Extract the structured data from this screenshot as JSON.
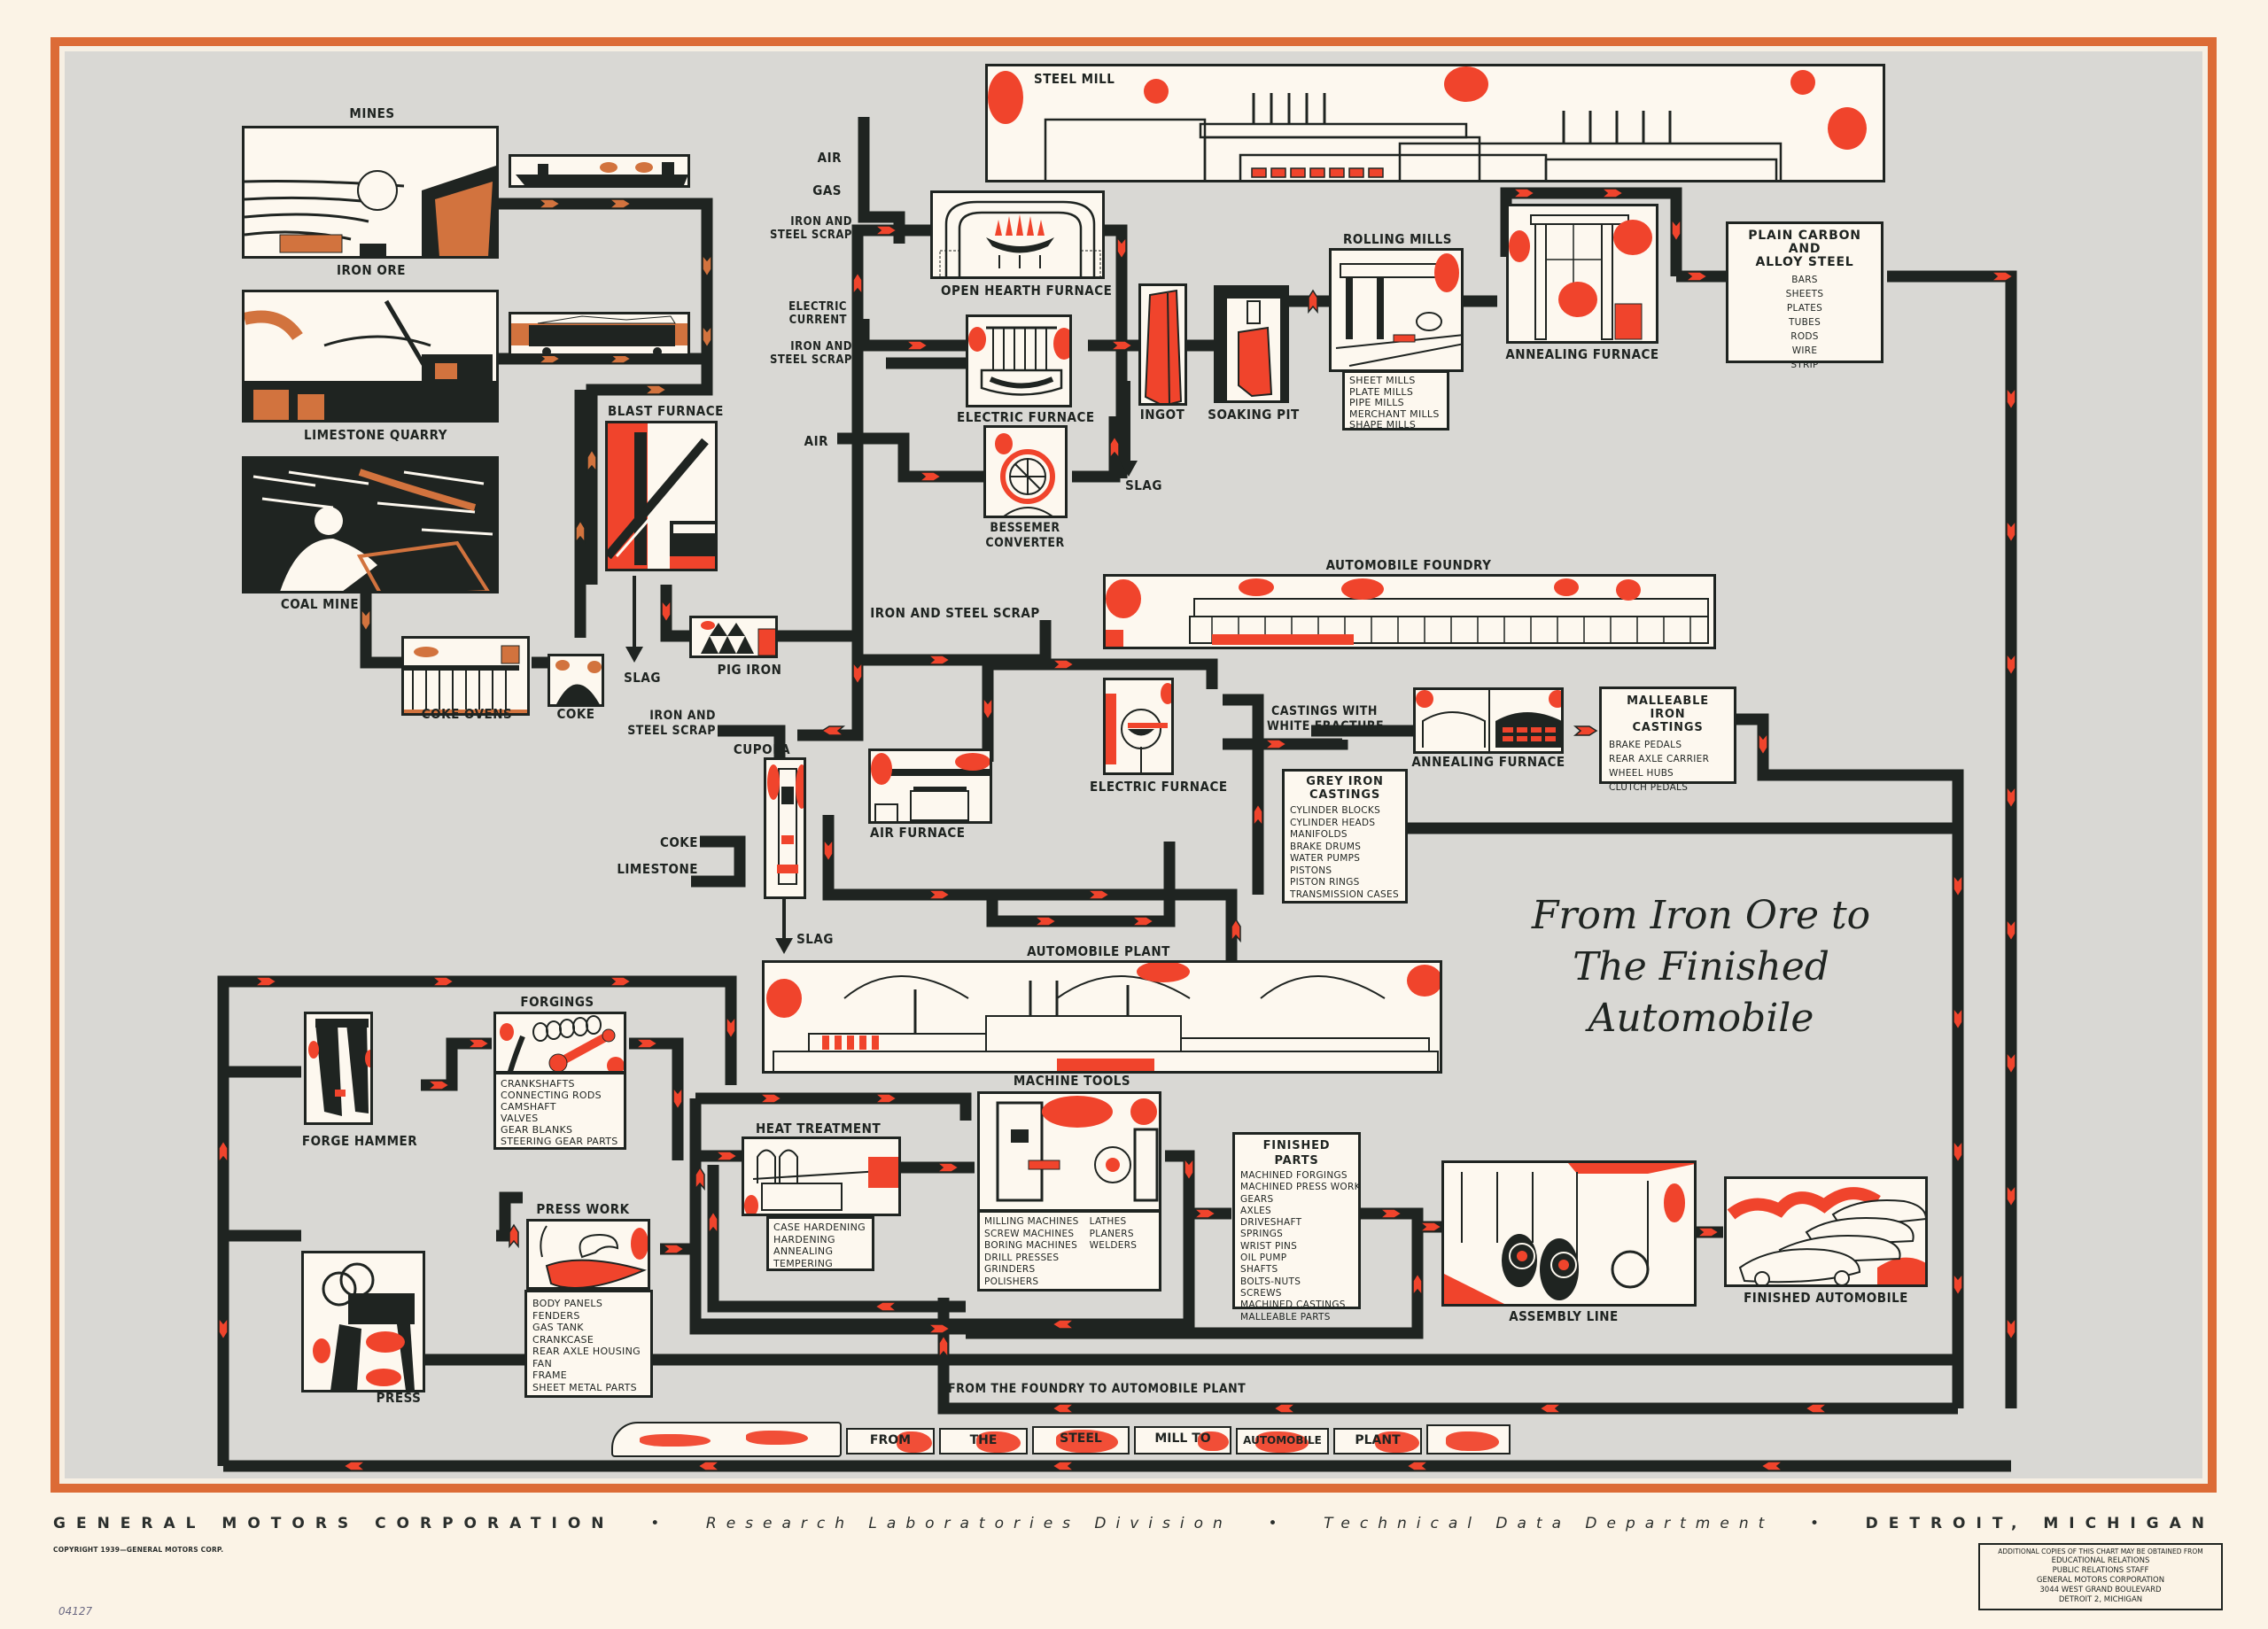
{
  "poster": {
    "title_lines": [
      "From Iron Ore to",
      "The Finished",
      "Automobile"
    ],
    "colors": {
      "frame": "#dc6b36",
      "background": "#d9d8d4",
      "ink": "#1f2421",
      "flow_red": "#f0442c",
      "flow_orange": "#d2733e",
      "paper": "#fdf8ef"
    }
  },
  "raw_materials": {
    "mines_heading": "MINES",
    "iron_ore": "IRON ORE",
    "limestone_quarry": "LIMESTONE QUARRY",
    "coal_mine": "COAL MINE",
    "coke_ovens": "COKE OVENS",
    "coke": "COKE",
    "blast_furnace": "BLAST FURNACE",
    "slag": "SLAG",
    "pig_iron": "PIG IRON"
  },
  "steel_mill": {
    "heading": "STEEL MILL",
    "inputs": {
      "air": "AIR",
      "gas": "GAS",
      "scrap_1": [
        "IRON AND",
        "STEEL SCRAP"
      ],
      "electric_current": [
        "ELECTRIC",
        "CURRENT"
      ],
      "scrap_2": [
        "IRON AND",
        "STEEL SCRAP"
      ],
      "air_2": "AIR"
    },
    "open_hearth_furnace": "OPEN HEARTH FURNACE",
    "electric_furnace": "ELECTRIC FURNACE",
    "bessemer_converter": [
      "BESSEMER",
      "CONVERTER"
    ],
    "slag": "SLAG",
    "ingot": "INGOT",
    "soaking_pit": "SOAKING PIT",
    "rolling_mills": {
      "heading": "ROLLING MILLS",
      "items": [
        "SHEET MILLS",
        "PLATE MILLS",
        "PIPE MILLS",
        "MERCHANT MILLS",
        "SHAPE MILLS"
      ]
    },
    "annealing_furnace": "ANNEALING FURNACE",
    "plain_carbon": {
      "heading": [
        "PLAIN CARBON AND",
        "ALLOY STEEL"
      ],
      "items": [
        "BARS",
        "SHEETS",
        "PLATES",
        "TUBES",
        "RODS",
        "WIRE",
        "STRIP"
      ]
    }
  },
  "foundry": {
    "heading": "AUTOMOBILE FOUNDRY",
    "iron_steel_scrap_top": "IRON AND STEEL SCRAP",
    "iron_steel_scrap_left": [
      "IRON AND",
      "STEEL SCRAP"
    ],
    "cupola": "CUPOLA",
    "coke": "COKE",
    "limestone": "LIMESTONE",
    "slag": "SLAG",
    "air_furnace": "AIR FURNACE",
    "electric_furnace": "ELECTRIC FURNACE",
    "castings_white_fracture": [
      "CASTINGS WITH",
      "WHITE FRACTURE"
    ],
    "annealing_furnace": "ANNEALING FURNACE",
    "malleable": {
      "heading": [
        "MALLEABLE IRON",
        "CASTINGS"
      ],
      "items": [
        "BRAKE PEDALS",
        "REAR AXLE CARRIER",
        "WHEEL HUBS",
        "CLUTCH PEDALS"
      ]
    },
    "grey_iron": {
      "heading": [
        "GREY IRON",
        "CASTINGS"
      ],
      "items": [
        "CYLINDER BLOCKS",
        "CYLINDER HEADS",
        "MANIFOLDS",
        "BRAKE DRUMS",
        "WATER PUMPS",
        "PISTONS",
        "PISTON RINGS",
        "TRANSMISSION CASES"
      ]
    }
  },
  "auto_plant": {
    "heading": "AUTOMOBILE PLANT",
    "forge_hammer": "FORGE HAMMER",
    "forgings": {
      "heading": "FORGINGS",
      "items": [
        "CRANKSHAFTS",
        "CONNECTING RODS",
        "CAMSHAFT",
        "VALVES",
        "GEAR BLANKS",
        "STEERING GEAR PARTS"
      ]
    },
    "press": "PRESS",
    "press_work": {
      "heading": "PRESS WORK",
      "items": [
        "BODY PANELS",
        "FENDERS",
        "GAS TANK",
        "CRANKCASE",
        "REAR AXLE HOUSING",
        "FAN",
        "FRAME",
        "SHEET METAL PARTS"
      ]
    },
    "heat_treatment": {
      "heading": "HEAT TREATMENT",
      "items": [
        "CASE HARDENING",
        "HARDENING",
        "ANNEALING",
        "TEMPERING"
      ]
    },
    "machine_tools": {
      "heading": "MACHINE TOOLS",
      "col1": [
        "MILLING MACHINES",
        "SCREW MACHINES",
        "BORING MACHINES",
        "DRILL PRESSES",
        "GRINDERS",
        "POLISHERS"
      ],
      "col2": [
        "LATHES",
        "PLANERS",
        "WELDERS"
      ]
    },
    "finished_parts": {
      "heading": "FINISHED PARTS",
      "items": [
        "MACHINED FORGINGS",
        "MACHINED PRESS WORK",
        "GEARS",
        "AXLES",
        "DRIVESHAFT",
        "SPRINGS",
        "WRIST PINS",
        "OIL PUMP",
        "SHAFTS",
        "BOLTS-NUTS",
        "SCREWS",
        "MACHINED CASTINGS",
        "MALLEABLE PARTS"
      ]
    },
    "assembly_line": "ASSEMBLY LINE",
    "finished_automobile": "FINISHED AUTOMOBILE",
    "foundry_to_plant": "FROM THE FOUNDRY TO AUTOMOBILE PLANT"
  },
  "train": {
    "cars": [
      "FROM",
      "THE",
      "STEEL",
      "MILL TO",
      "AUTOMOBILE",
      "PLANT"
    ]
  },
  "footer": {
    "left_bold": "GENERAL MOTORS CORPORATION",
    "middle_1": "Research Laboratories Division",
    "middle_2": "Technical Data Department",
    "right_bold": "DETROIT, MICHIGAN",
    "separator": "•",
    "copyright": "COPYRIGHT 1939—GENERAL MOTORS CORP.",
    "address_lines": [
      "ADDITIONAL COPIES OF THIS CHART MAY BE OBTAINED FROM",
      "EDUCATIONAL RELATIONS",
      "PUBLIC RELATIONS STAFF",
      "GENERAL MOTORS CORPORATION",
      "3044 WEST GRAND BOULEVARD",
      "DETROIT 2, MICHIGAN"
    ],
    "pencil_note": "04127"
  }
}
